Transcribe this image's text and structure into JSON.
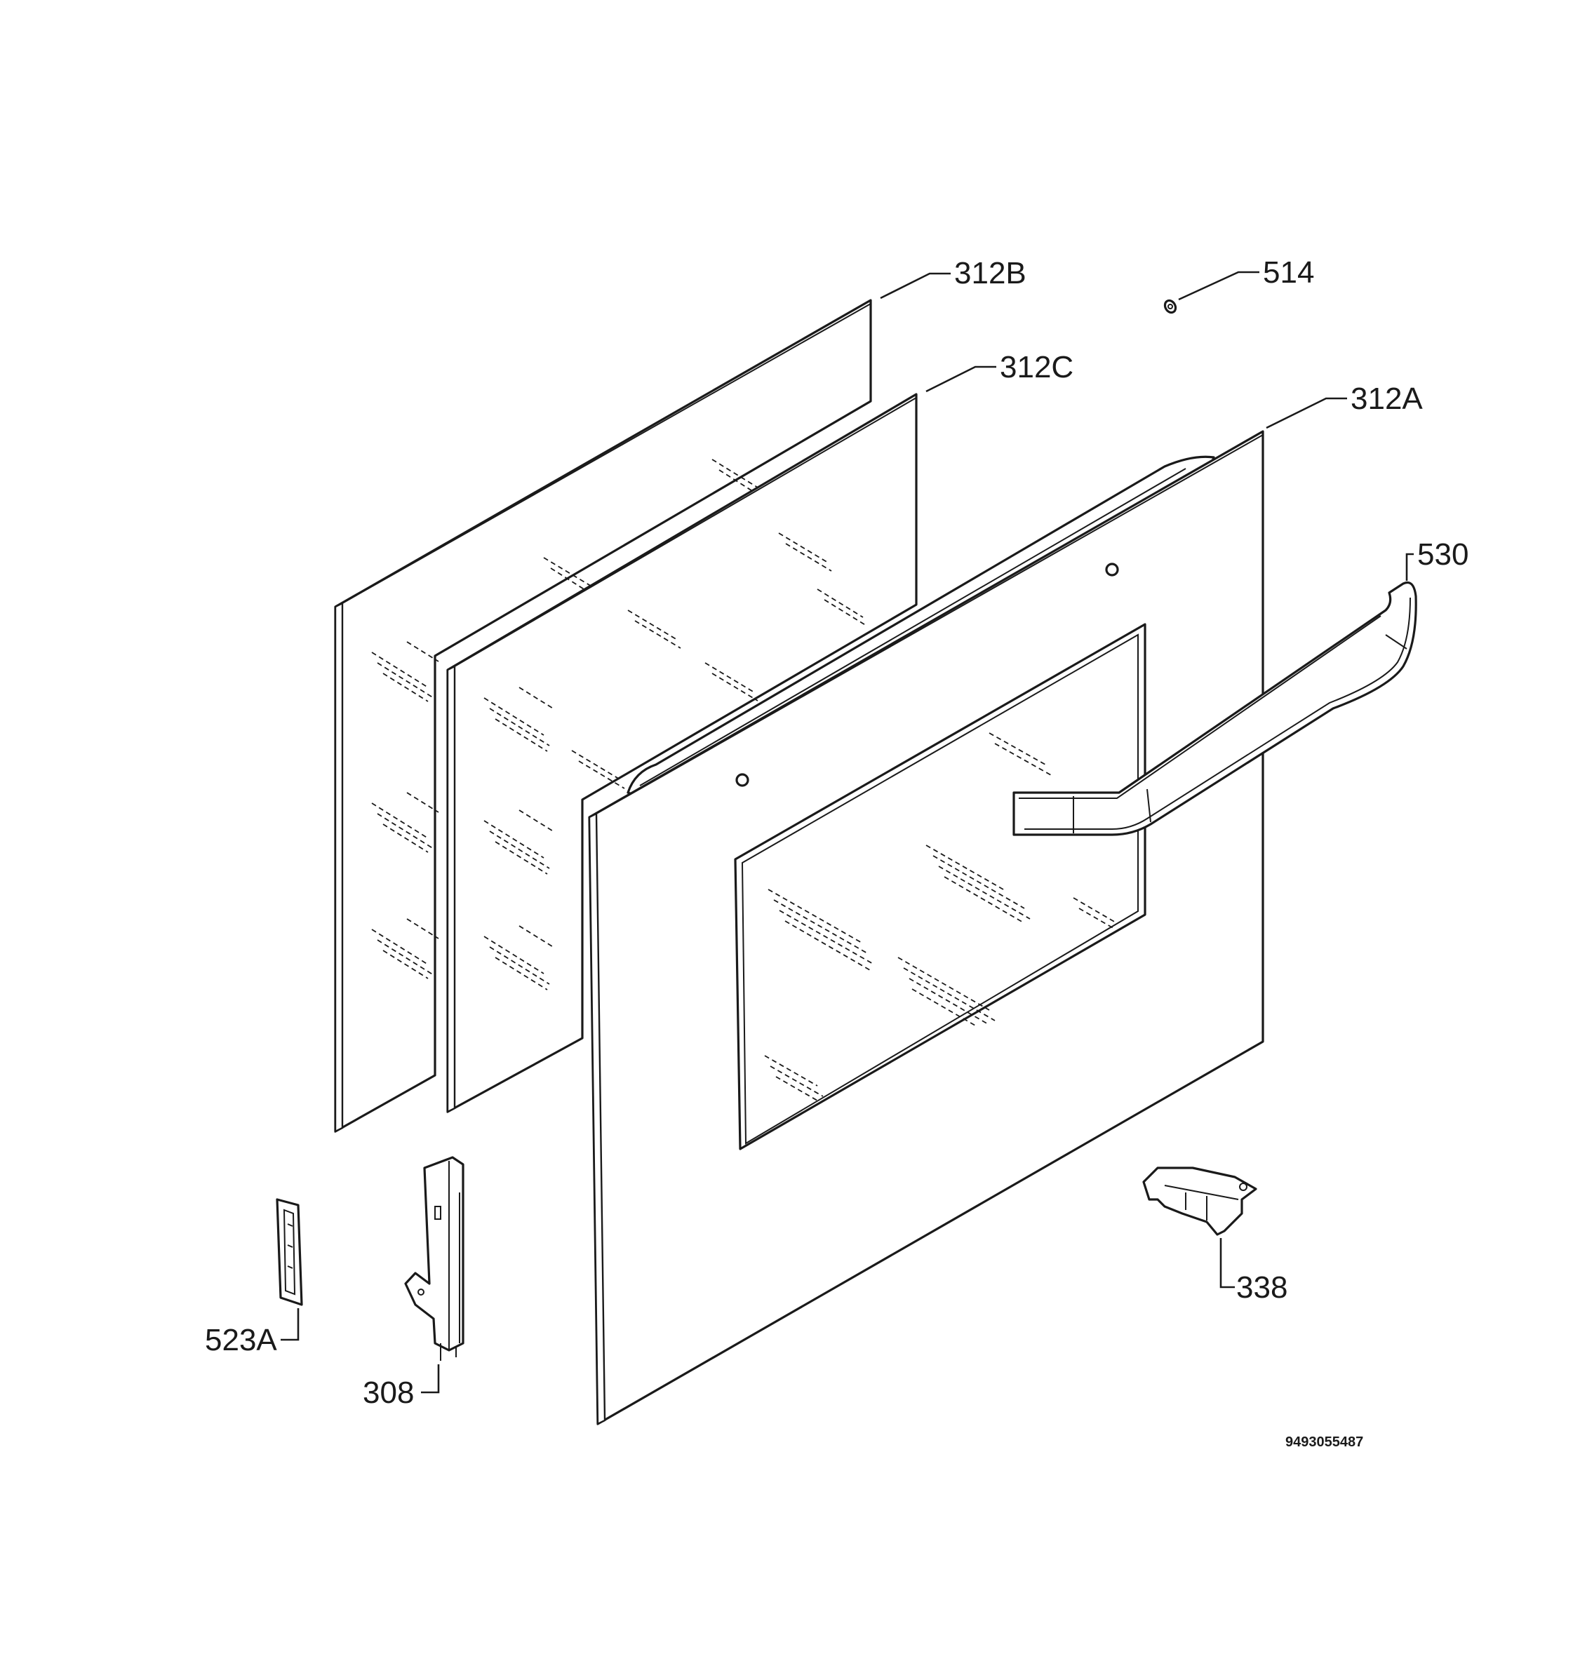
{
  "diagram": {
    "parts": [
      {
        "id": "312B",
        "label": "312B"
      },
      {
        "id": "514",
        "label": "514"
      },
      {
        "id": "312C",
        "label": "312C"
      },
      {
        "id": "312A",
        "label": "312A"
      },
      {
        "id": "530",
        "label": "530"
      },
      {
        "id": "338",
        "label": "338"
      },
      {
        "id": "523A",
        "label": "523A"
      },
      {
        "id": "308",
        "label": "308"
      }
    ],
    "document_number": "9493055487"
  }
}
